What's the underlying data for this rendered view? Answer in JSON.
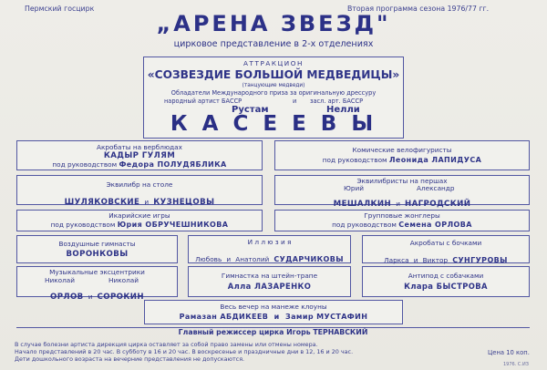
{
  "header": {
    "left": "Пермский госцирк",
    "right": "Вторая программа сезона 1976/77 гг."
  },
  "title": "„АРЕНА ЗВЕЗД\"",
  "subtitle": "цирковое представление в 2-х отделениях",
  "main_act": {
    "kind": "АТТРАКЦИОН",
    "name": "«СОЗВЕЗДИЕ БОЛЬШОЙ МЕДВЕДИЦЫ»",
    "note": "(танцующие медведи)",
    "prize": "Обладатели Международного приза за оригинальную дрессуру",
    "title_left": "народный артист БАССР",
    "and": "и",
    "title_right": "засл. арт. БАССР",
    "first_left": "Рустам",
    "first_right": "Нелли",
    "surname": "К А С Е Е В Ы"
  },
  "acts": {
    "camels": {
      "l1": "Акробаты на верблюдах",
      "l2": "КАДЫР ГУЛЯМ",
      "l3a": "под руководством",
      "l3b": "Федора ПОЛУДЯБЛИКА"
    },
    "cyclists": {
      "l1": "Комические велофигуристы",
      "l2a": "под руководством",
      "l2b": "Леонида ЛАПИДУСА"
    },
    "table": {
      "l1": "Эквилибр на столе",
      "l2a": "ШУЛЯКОВСКИЕ",
      "l2b": "и",
      "l2c": "КУЗНЕЦОВЫ"
    },
    "poles": {
      "l1": "Эквилибристы на першах",
      "n1": "Юрий",
      "n2": "Александр",
      "s1": "МЕШАЛКИН",
      "and": "и",
      "s2": "НАГРОДСКИЙ"
    },
    "icarian": {
      "l1": "Икарийские игры",
      "l2a": "под руководством",
      "l2b": "Юрия ОБРУЧЕШНИКОВА"
    },
    "jugglers": {
      "l1": "Групповые жонглеры",
      "l2a": "под руководством",
      "l2b": "Семена ОРЛОВА"
    },
    "aerial": {
      "l1": "Воздушные гимнасты",
      "l2": "ВОРОНКОВЫ"
    },
    "illusion": {
      "l1": "И л л ю з и я",
      "l2a": "Любовь",
      "and": "и",
      "l2b": "Анатолий",
      "l2c": "СУДАРЧИКОВЫ"
    },
    "barrels": {
      "l1": "Акробаты с бочками",
      "l2a": "Ларкса",
      "and": "и",
      "l2b": "Виктор",
      "l2c": "СУНГУРОВЫ"
    },
    "musical": {
      "l1": "Музыкальные эксцентрики",
      "n1": "Николай",
      "n2": "Николай",
      "s1": "ОРЛОВ",
      "and": "и",
      "s2": "СОРОКИН"
    },
    "strap": {
      "l1": "Гимнастка на штейн-трапе",
      "l2": "Алла ЛАЗАРЕНКО"
    },
    "dogs": {
      "l1": "Антипод с собачками",
      "l2": "Клара БЫСТРОВА"
    },
    "clowns": {
      "l1": "Весь вечер на манеже клоуны",
      "l2": "Рамазан АБДИКЕЕВ  и  Замир МУСТАФИН"
    }
  },
  "director": "Главный режиссер цирка Игорь ТЕРНАВСКИЙ",
  "footer": {
    "line1": "В случае болезни артиста дирекция цирка оставляет за собой право замены или отмены номера.",
    "line2": "Начало представлений в 20 час. В субботу в 16 и 20 час.  В воскресенье и праздничные дни в 12, 16 и 20 час.",
    "line3": "Дети дошкольного возраста на вечерние представления не допускаются.",
    "price": "Цена 10 коп.",
    "print": "1976. С.ИЗ"
  }
}
